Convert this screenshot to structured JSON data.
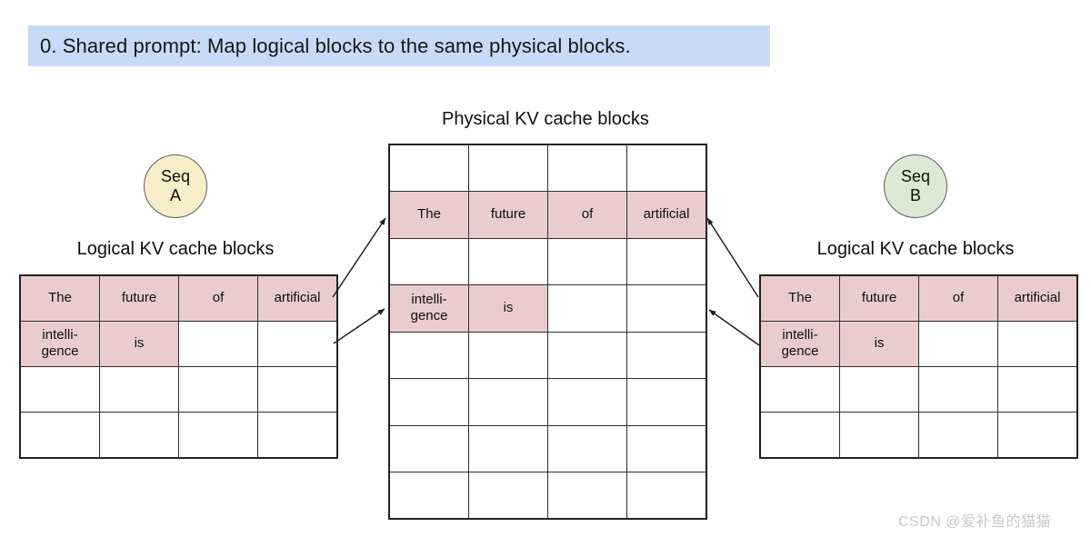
{
  "colors": {
    "title_bg": "#c9daf8",
    "cell_pink": "#eacccd",
    "seq_a_fill": "#f6efc9",
    "seq_b_fill": "#dbead4",
    "line": "#2e2e2e"
  },
  "title": "0. Shared prompt: Map logical blocks to the same physical blocks.",
  "physical": {
    "header": "Physical KV cache blocks",
    "cells": [
      [
        "",
        "",
        "",
        ""
      ],
      [
        "The",
        "future",
        "of",
        "artificial"
      ],
      [
        "",
        "",
        "",
        ""
      ],
      [
        "intelli-\ngence",
        "is",
        "",
        ""
      ],
      [
        "",
        "",
        "",
        ""
      ],
      [
        "",
        "",
        "",
        ""
      ],
      [
        "",
        "",
        "",
        ""
      ],
      [
        "",
        "",
        "",
        ""
      ]
    ],
    "filled": [
      [
        0,
        0,
        0,
        0
      ],
      [
        1,
        1,
        1,
        1
      ],
      [
        0,
        0,
        0,
        0
      ],
      [
        1,
        1,
        0,
        0
      ],
      [
        0,
        0,
        0,
        0
      ],
      [
        0,
        0,
        0,
        0
      ],
      [
        0,
        0,
        0,
        0
      ],
      [
        0,
        0,
        0,
        0
      ]
    ]
  },
  "seq_a": {
    "badge_line1": "Seq",
    "badge_line2": "A",
    "header": "Logical KV cache blocks",
    "cells": [
      [
        "The",
        "future",
        "of",
        "artificial"
      ],
      [
        "intelli-\ngence",
        "is",
        "",
        ""
      ],
      [
        "",
        "",
        "",
        ""
      ],
      [
        "",
        "",
        "",
        ""
      ]
    ],
    "filled": [
      [
        1,
        1,
        1,
        1
      ],
      [
        1,
        1,
        0,
        0
      ],
      [
        0,
        0,
        0,
        0
      ],
      [
        0,
        0,
        0,
        0
      ]
    ]
  },
  "seq_b": {
    "badge_line1": "Seq",
    "badge_line2": "B",
    "header": "Logical KV cache blocks",
    "cells": [
      [
        "The",
        "future",
        "of",
        "artificial"
      ],
      [
        "intelli-\ngence",
        "is",
        "",
        ""
      ],
      [
        "",
        "",
        "",
        ""
      ],
      [
        "",
        "",
        "",
        ""
      ]
    ],
    "filled": [
      [
        1,
        1,
        1,
        1
      ],
      [
        1,
        1,
        0,
        0
      ],
      [
        0,
        0,
        0,
        0
      ],
      [
        0,
        0,
        0,
        0
      ]
    ]
  },
  "watermark": "CSDN @爱补鱼的猫猫"
}
